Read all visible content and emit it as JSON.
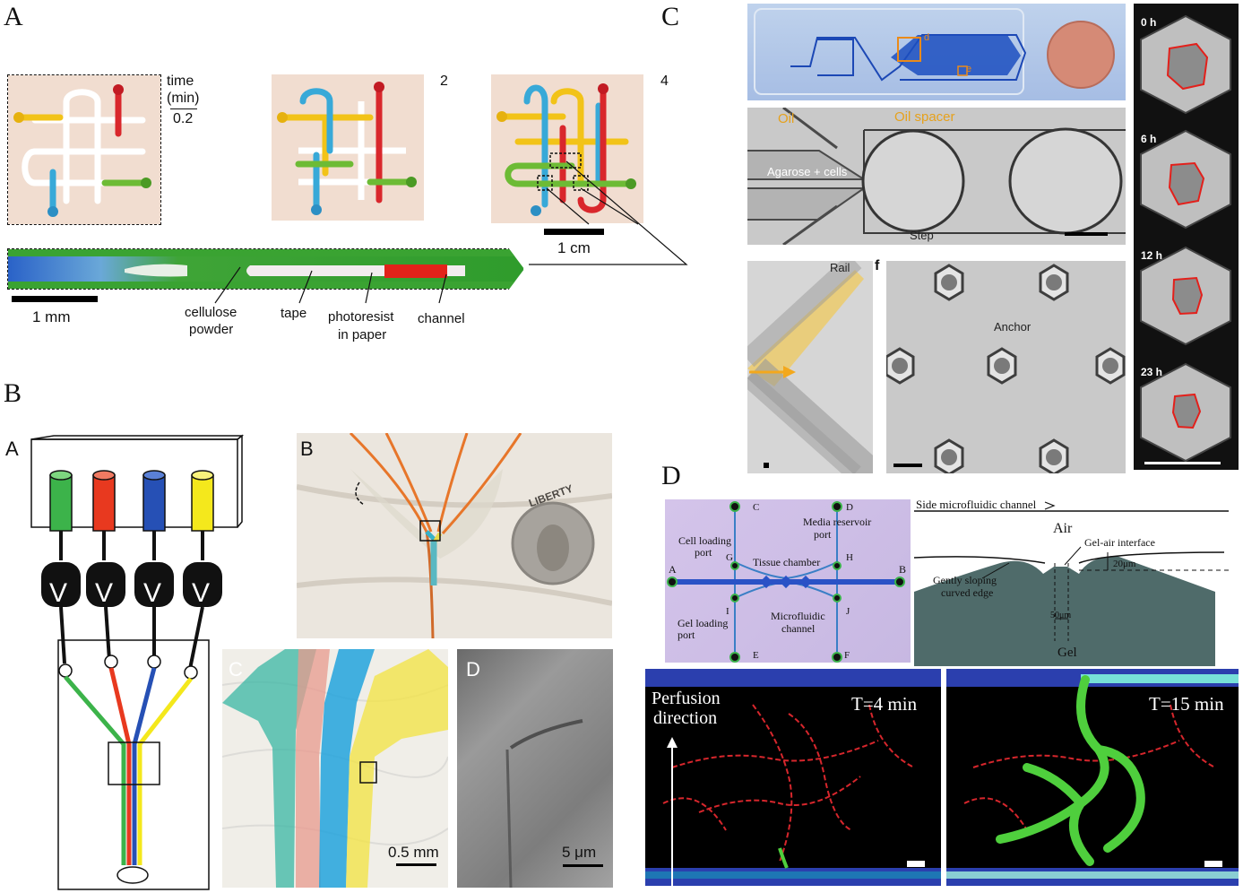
{
  "panel_labels": {
    "A": "A",
    "B": "B",
    "C": "C",
    "D": "D"
  },
  "panel_a": {
    "time_label_1": "time",
    "time_label_2": "(min)",
    "t1": "0.2",
    "t2": "2",
    "t3": "4",
    "scale_1cm": "1 cm",
    "scale_1mm": "1 mm",
    "annotations": [
      "cellulose",
      "powder",
      "tape",
      "photoresist",
      "in paper",
      "channel"
    ]
  },
  "panel_b": {
    "sub_labels": [
      "A",
      "B",
      "C",
      "D"
    ],
    "scale_05mm": "0.5 mm",
    "scale_5um": "5 μm",
    "pump_symbol": "V",
    "coin_text": "LIBERTY",
    "tube_colors": [
      "#3cb34a",
      "#e8391f",
      "#2650b5",
      "#f4e81c"
    ]
  },
  "panel_c": {
    "labels": {
      "oil": "Oil",
      "oil_spacer": "Oil spacer",
      "agarose": "Agarose + cells",
      "step": "Step",
      "rail": "Rail",
      "f": "f",
      "anchor": "Anchor",
      "chip_d": "d",
      "chip_e": "e"
    },
    "timepoints": [
      "0 h",
      "6 h",
      "12 h",
      "23 h"
    ]
  },
  "panel_d": {
    "chip_labels": [
      "A",
      "B",
      "C",
      "D",
      "E",
      "F",
      "G",
      "H",
      "I",
      "J"
    ],
    "annotations": [
      "Cell loading",
      "port",
      "Media reservoir",
      "port",
      "Tissue chamber",
      "Gel loading",
      "port",
      "Microfluidic",
      "channel"
    ],
    "schematic": {
      "side_channel": "Side microfluidic channel",
      "air": "Air",
      "gel_air": "Gel-air interface",
      "gentle_1": "Gently sloping",
      "gentle_2": "curved edge",
      "dim_20": "20μm",
      "dim_50": "50μm",
      "gel": "Gel"
    },
    "perfusion_1": "Perfusion",
    "perfusion_2": "direction",
    "t4": "T=4 min",
    "t15": "T=15 min"
  }
}
